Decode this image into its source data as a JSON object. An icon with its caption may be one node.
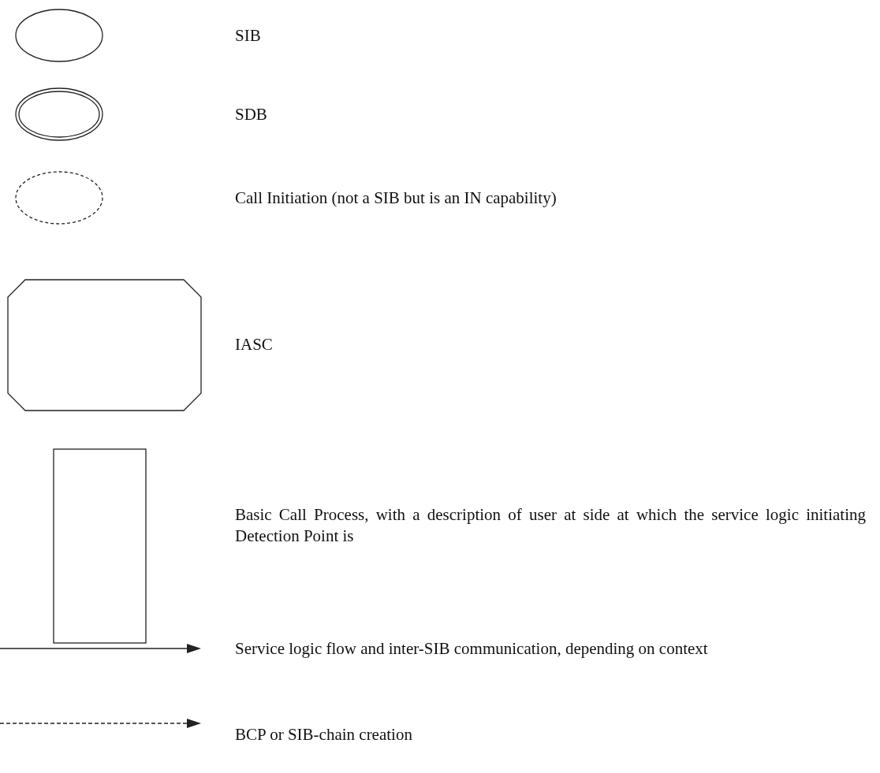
{
  "diagram": {
    "legend": [
      {
        "text": "SIB"
      },
      {
        "text": "SDB"
      },
      {
        "text": "Call Initiation (not a SIB but is an IN capability)"
      },
      {
        "text": "IASC"
      },
      {
        "text": "Basic Call Process, with a description of user at side at which the service logic initiating Detection Point is"
      },
      {
        "text": "Service logic flow and inter-SIB communication, depending on context"
      },
      {
        "text": "BCP or SIB-chain creation"
      }
    ]
  }
}
